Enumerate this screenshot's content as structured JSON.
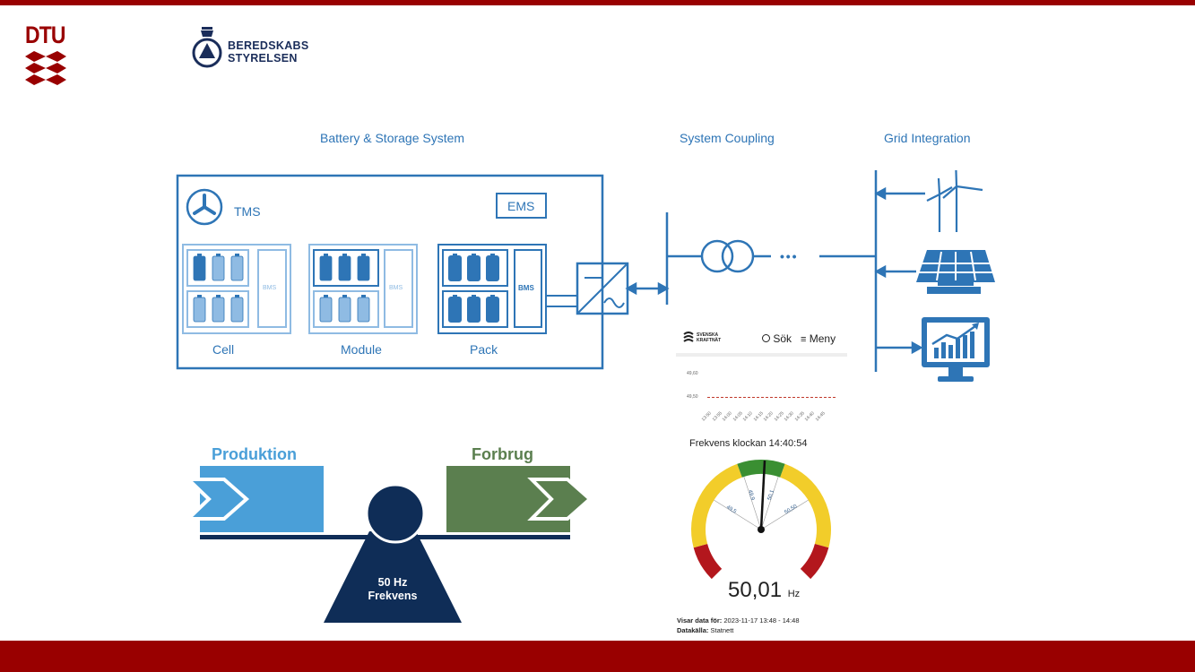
{
  "logos": {
    "dtu": "DTU",
    "beredskab_line1": "BEREDSKABS",
    "beredskab_line2": "STYRELSEN"
  },
  "diagram": {
    "battery_title": "Battery & Storage System",
    "coupling_title": "System Coupling",
    "grid_title": "Grid Integration",
    "tms_label": "TMS",
    "ems_label": "EMS",
    "bms_label": "BMS",
    "cell_label": "Cell",
    "module_label": "Module",
    "pack_label": "Pack",
    "ellipsis": "• • •",
    "accent_color": "#2e75b6"
  },
  "balance": {
    "production_label": "Produktion",
    "consumption_label": "Forbrug",
    "frequency_value": "50 Hz",
    "frequency_label": "Frekvens",
    "production_color": "#4a9fd8",
    "consumption_color": "#5b7f4f",
    "fulcrum_color": "#0f2d57"
  },
  "svk": {
    "brand_line1": "SVENSKA",
    "brand_line2": "KRAFTNÄT",
    "search_label": "Sök",
    "menu_label": "Meny",
    "chart_y1": "49,60",
    "chart_y2": "49,50",
    "chart_times": [
      "13:50",
      "13:55",
      "14:00",
      "14:05",
      "14:10",
      "14:15",
      "14:20",
      "14:25",
      "14:30",
      "14:35",
      "14:40",
      "14:45"
    ],
    "gauge_title": "Frekvens klockan 14:40:54",
    "gauge_value": "50,01",
    "gauge_unit": "Hz",
    "gauge_ticks": [
      "49,5",
      "49,9",
      "50,1",
      "50,50"
    ],
    "data_for_label": "Visar data för:",
    "data_for_value": "2023-11-17 13:48 - 14:48",
    "source_label": "Datakälla:",
    "source_value": "Statnett"
  }
}
